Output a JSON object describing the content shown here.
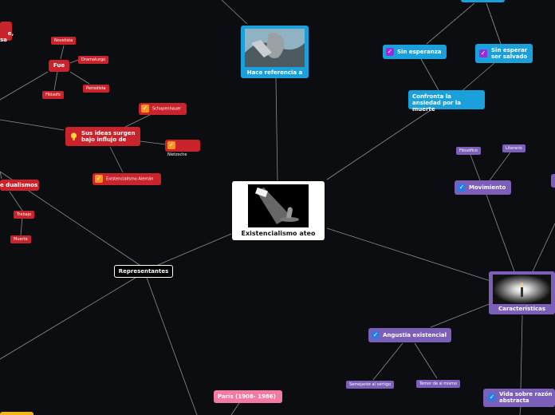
{
  "central": {
    "title": "Existencialismo ateo"
  },
  "hace_ref": {
    "label": "Hace referencia a"
  },
  "representantes": {
    "label": "Representantes"
  },
  "red_branch": {
    "sus_ideas": "Sus ideas surgen bajo influjo de",
    "schopenhauer": "Schopenhauer",
    "nietzsche": "Nietzsche",
    "existencialismo_aleman": "Existencialismo Alemán",
    "fue": "Fue",
    "novelista": "Novelista",
    "dramaturgo": "Dramaturgo",
    "periodista": "Periodista",
    "filosofo": "Filósofo",
    "top_left_cut": "e,\nsa",
    "dualismos": "e dualismos",
    "trabajo": "Trabajo",
    "muerte": "Muerte"
  },
  "blue_branch": {
    "sin_esperanza": "Sin esperanza",
    "sin_esperar": "Sin esperar ser salvado",
    "confronta": "Confronta la ansiedad por la muerte"
  },
  "purple_branch": {
    "movimiento": "Movimiento",
    "filosofico": "Filosófico",
    "literario": "Literario",
    "caracteristicas": "Características",
    "angustia": "Angustia existencial",
    "semejante_vertigo": "Semejante al vértigo",
    "temor": "Temor de si mismo",
    "vida_sobre_razon": "Vida sobre razón abstracta"
  },
  "pink_branch": {
    "paris": "París (1908- 1986)"
  },
  "colors": {
    "red": "#c9242b",
    "blue": "#1aa1db",
    "purple": "#7b5fb8",
    "pink": "#f47aa4",
    "background": "#0c0d10"
  },
  "icons": {
    "check": "checkbox-checked-icon",
    "bulb": "lightbulb-icon"
  }
}
